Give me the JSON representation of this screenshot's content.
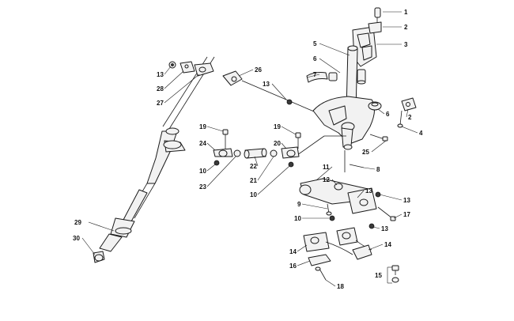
{
  "callouts": [
    {
      "id": "1",
      "label": "1"
    },
    {
      "id": "2a",
      "label": "2"
    },
    {
      "id": "3",
      "label": "3"
    },
    {
      "id": "5",
      "label": "5"
    },
    {
      "id": "6a",
      "label": "6"
    },
    {
      "id": "7",
      "label": "7"
    },
    {
      "id": "2b",
      "label": "2"
    },
    {
      "id": "6b",
      "label": "6"
    },
    {
      "id": "4",
      "label": "4"
    },
    {
      "id": "25",
      "label": "25"
    },
    {
      "id": "8",
      "label": "8"
    },
    {
      "id": "26",
      "label": "26"
    },
    {
      "id": "13a",
      "label": "13"
    },
    {
      "id": "28",
      "label": "28"
    },
    {
      "id": "27",
      "label": "27"
    },
    {
      "id": "13b",
      "label": "13"
    },
    {
      "id": "19a",
      "label": "19"
    },
    {
      "id": "24",
      "label": "24"
    },
    {
      "id": "10a",
      "label": "10"
    },
    {
      "id": "23",
      "label": "23"
    },
    {
      "id": "22",
      "label": "22"
    },
    {
      "id": "21",
      "label": "21"
    },
    {
      "id": "19b",
      "label": "19"
    },
    {
      "id": "20",
      "label": "20"
    },
    {
      "id": "10b",
      "label": "10"
    },
    {
      "id": "11",
      "label": "11"
    },
    {
      "id": "12",
      "label": "12"
    },
    {
      "id": "13c",
      "label": "13"
    },
    {
      "id": "13d",
      "label": "13"
    },
    {
      "id": "9",
      "label": "9"
    },
    {
      "id": "10c",
      "label": "10"
    },
    {
      "id": "17",
      "label": "17"
    },
    {
      "id": "13e",
      "label": "13"
    },
    {
      "id": "14a",
      "label": "14"
    },
    {
      "id": "14b",
      "label": "14"
    },
    {
      "id": "16",
      "label": "16"
    },
    {
      "id": "18",
      "label": "18"
    },
    {
      "id": "15",
      "label": "15"
    },
    {
      "id": "29",
      "label": "29"
    },
    {
      "id": "30",
      "label": "30"
    }
  ]
}
